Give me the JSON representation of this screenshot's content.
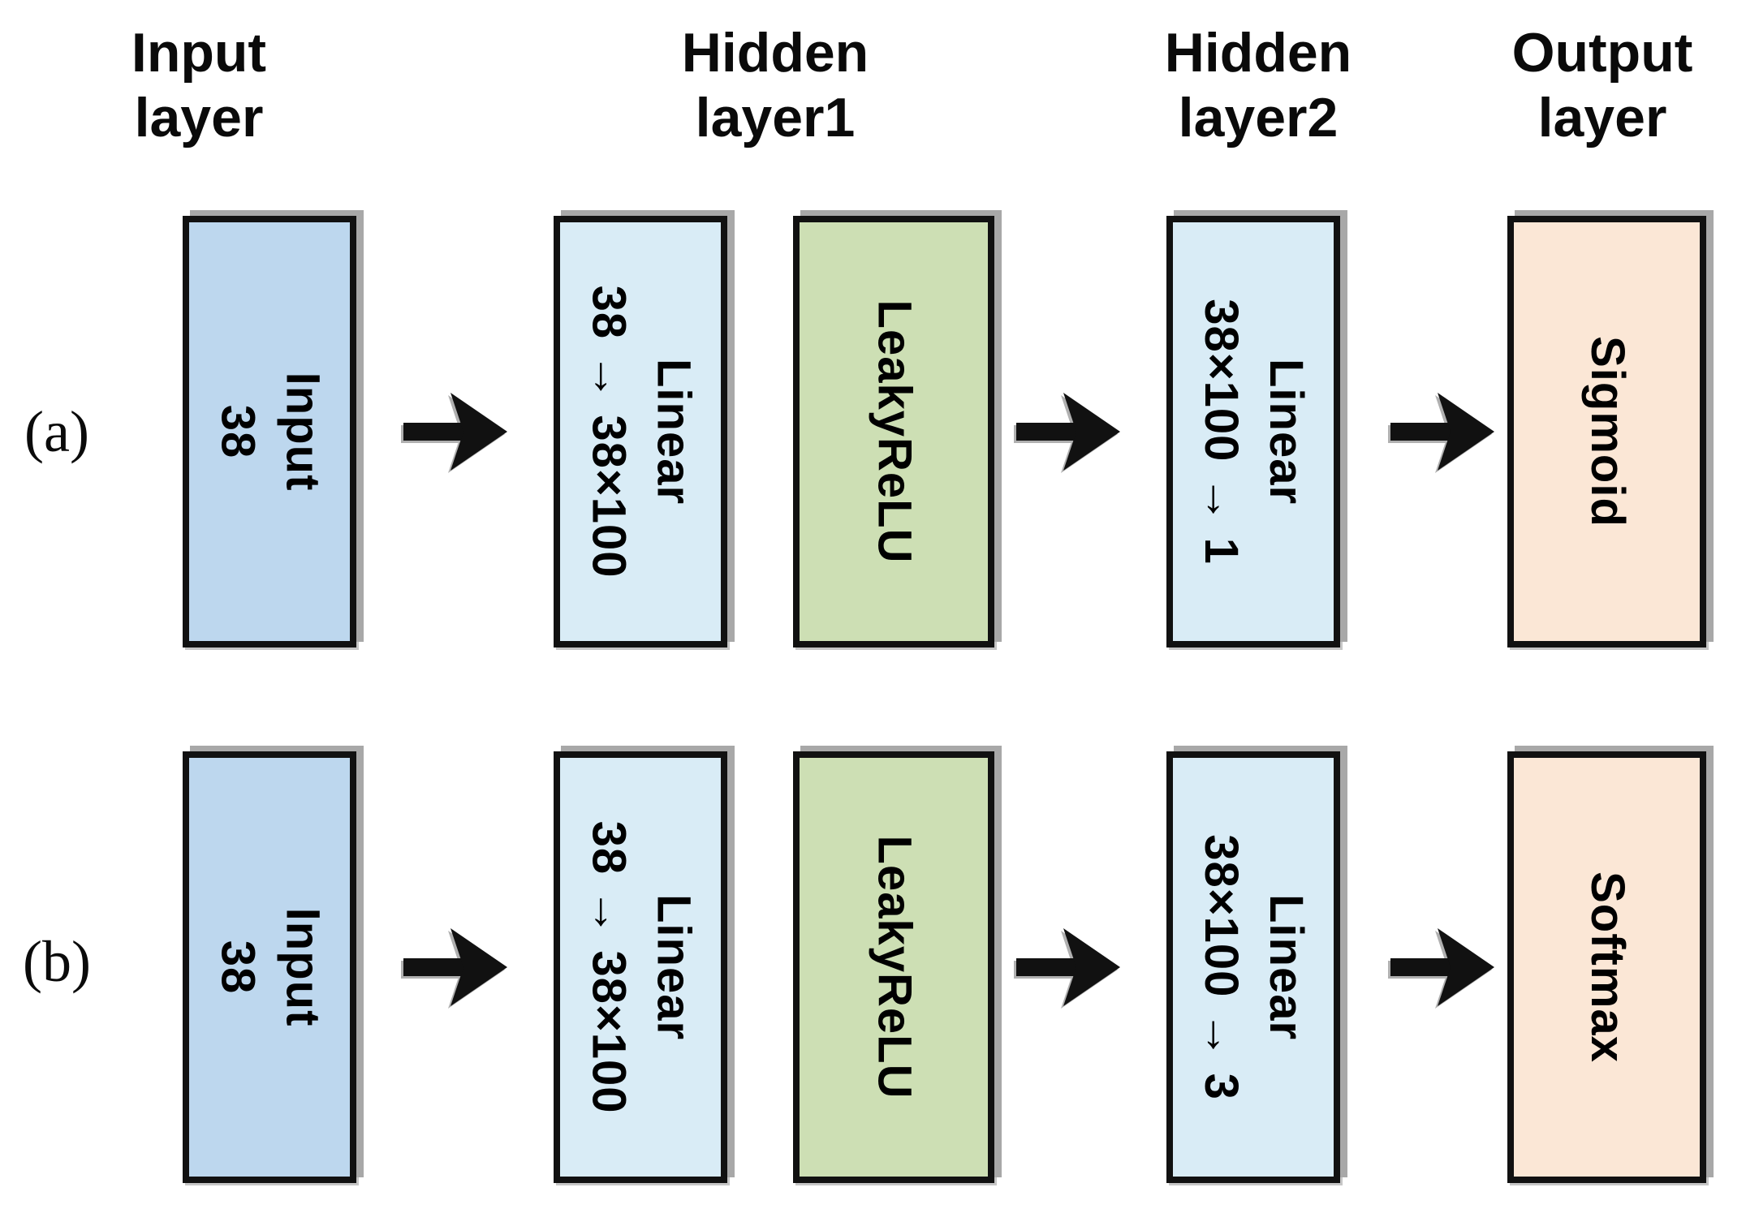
{
  "figure": {
    "headers": [
      {
        "id": "input-layer",
        "label": "Input\nlayer"
      },
      {
        "id": "hidden-layer1",
        "label": "Hidden\nlayer1"
      },
      {
        "id": "hidden-layer2",
        "label": "Hidden\nlayer2"
      },
      {
        "id": "output-layer",
        "label": "Output\nlayer"
      }
    ],
    "rows": [
      {
        "label": "(a)",
        "input_box": "Input\n38",
        "hidden1_linear": "Linear\n38 → 38×100",
        "hidden1_activation": "LeakyReLU",
        "hidden2_linear": "Linear\n38×100 → 1",
        "output_box": "Sigmoid"
      },
      {
        "label": "(b)",
        "input_box": "Input\n38",
        "hidden1_linear": "Linear\n38 → 38×100",
        "hidden1_activation": "LeakyReLU",
        "hidden2_linear": "Linear\n38×100 → 3",
        "output_box": "Softmax"
      }
    ],
    "colors": {
      "input_fill": "#BDD7EE",
      "linear_fill": "#D9ECF6",
      "activation_fill": "#CDDFB4",
      "output_fill": "#FBE7D6",
      "border": "#111111",
      "shadow": "#A8A8A8",
      "arrow": "#111111"
    }
  }
}
